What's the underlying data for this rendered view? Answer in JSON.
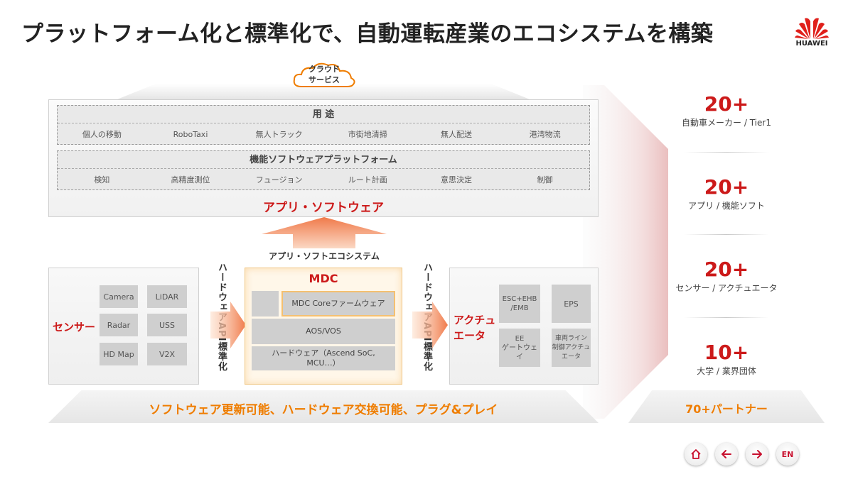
{
  "title": "プラットフォーム化と標準化で、自動運転産業のエコシステムを構築",
  "brand": {
    "name": "HUAWEI",
    "color": "#cc1a1a",
    "icon": "huawei-logo"
  },
  "cloud": {
    "line1": "クラウド",
    "line2": "サービス"
  },
  "use_cases": {
    "header": "用 途",
    "items": [
      "個人の移動",
      "RoboTaxi",
      "無人トラック",
      "市街地清掃",
      "無人配送",
      "港湾物流"
    ]
  },
  "platform": {
    "header": "機能ソフトウェアプラットフォーム",
    "items": [
      "検知",
      "高精度測位",
      "フュージョン",
      "ルート計画",
      "意思決定",
      "制御"
    ]
  },
  "app_software_label": "アプリ・ソフトウェア",
  "ecosystem_label": "アプリ・ソフトエコシステム",
  "sensors": {
    "label": "センサー",
    "chips": [
      "Camera",
      "LiDAR",
      "Radar",
      "USS",
      "HD Map",
      "V2X"
    ]
  },
  "left_api_label": "ハードウェアAPI標準化",
  "right_api_label": "ハードウェアAPI標準化",
  "mdc": {
    "title": "MDC",
    "layers": [
      "MDC Coreファームウェア",
      "AOS/VOS",
      "ハードウェア（Ascend SoC,",
      "MCU…）"
    ]
  },
  "actuators": {
    "label_line1": "アクチュ",
    "label_line2": "エータ",
    "chips": [
      "ESC+EHB\n/EMB",
      "EPS",
      "EE\nゲートウェイ",
      "車両ライン\n制御アクチュ\nエータ"
    ]
  },
  "bottom_text": "ソフトウェア更新可能、ハードウェア交換可能、プラグ&プレイ",
  "partners": {
    "total": "70+パートナー",
    "stats": [
      {
        "num": "20+",
        "label": "自動車メーカー / Tier1"
      },
      {
        "num": "20+",
        "label": "アプリ / 機能ソフト"
      },
      {
        "num": "20+",
        "label": "センサー / アクチュエータ"
      },
      {
        "num": "10+",
        "label": "大学 / 業界団体"
      }
    ]
  },
  "nav": {
    "home_icon": "home-icon",
    "back_icon": "arrow-left-icon",
    "forward_icon": "arrow-right-icon",
    "lang": "EN"
  },
  "colors": {
    "accent_red": "#cc1a1a",
    "accent_orange": "#ef7d00"
  }
}
